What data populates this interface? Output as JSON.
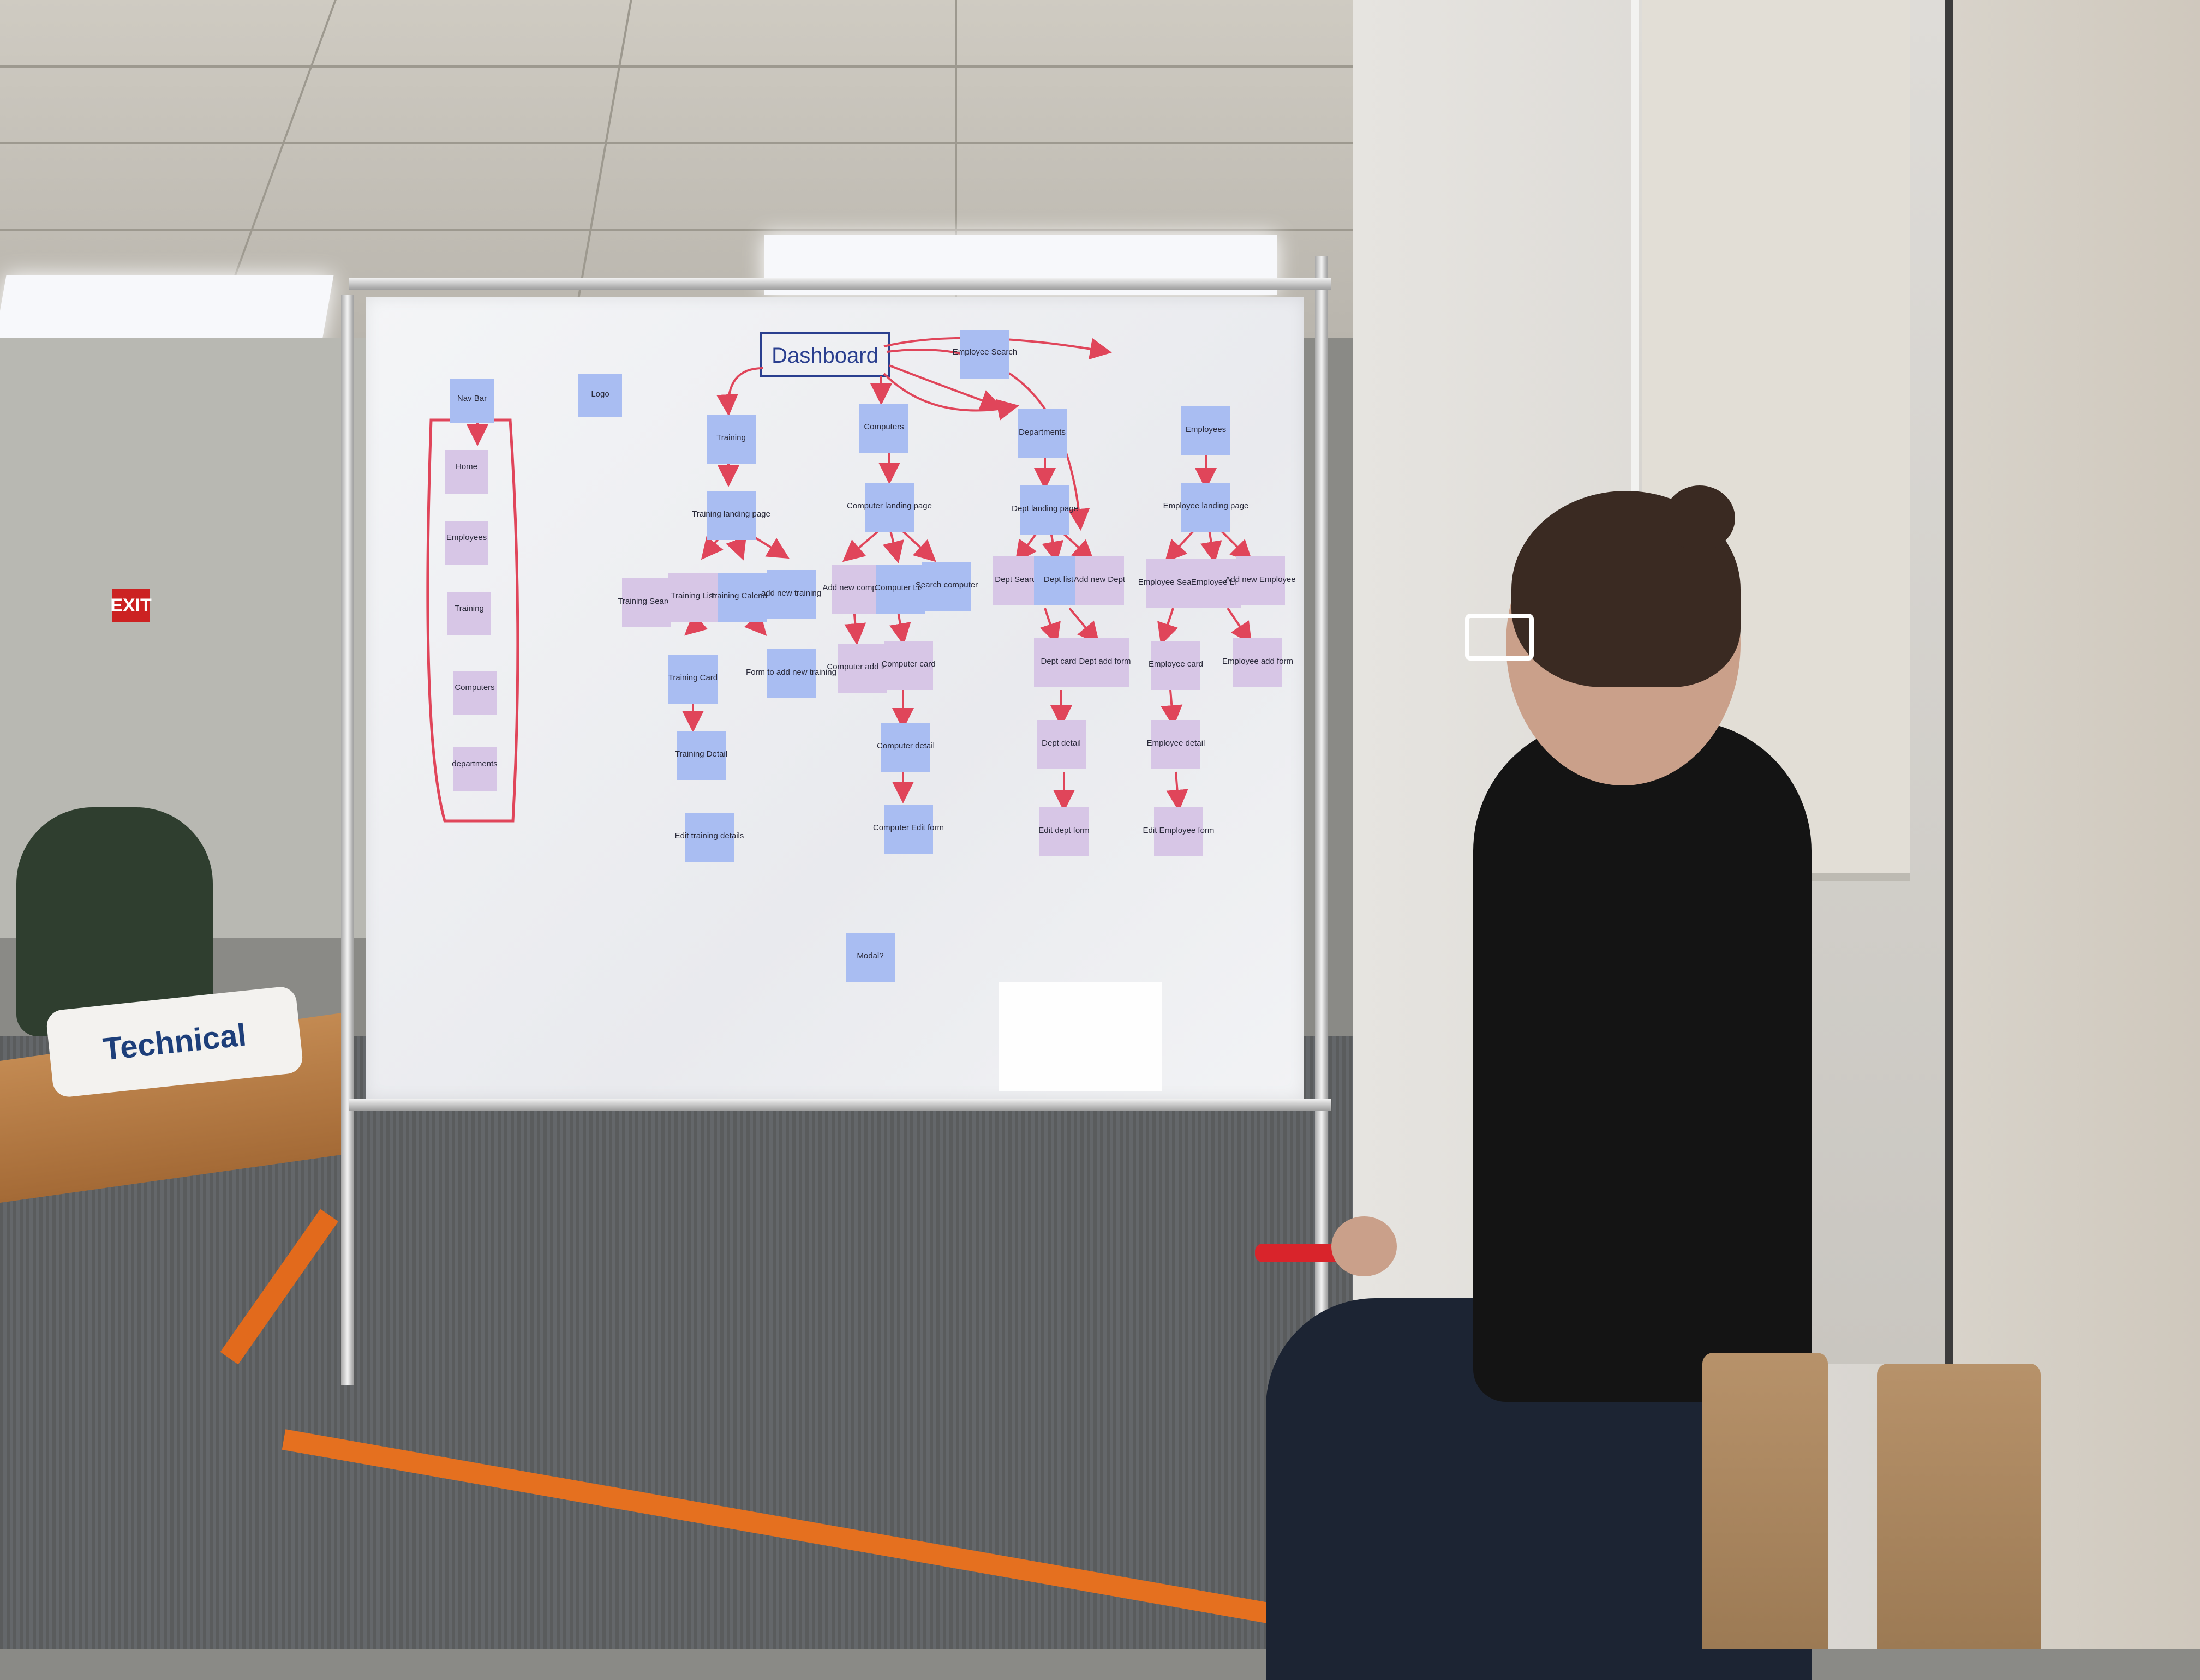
{
  "scene": {
    "description_colors": {
      "board": "#eef0f2",
      "sticky_blue": "#a9bdf2",
      "sticky_purple": "#d7c6e6",
      "marker_red": "#e0455a",
      "marker_blue": "#2a3f8f",
      "frame_orange": "#e5701f"
    }
  },
  "board": {
    "title": "Dashboard",
    "sidebar": {
      "top": "Nav Bar",
      "items": [
        "Home",
        "Employees",
        "Training",
        "Computers",
        "departments"
      ]
    },
    "logo": "Logo",
    "employee_search": "Employee Search",
    "columns": {
      "training": [
        "Training",
        "Training landing page",
        "Training Search",
        "Training List",
        "Training Calendar",
        "add new training",
        "Training Card",
        "Form to add new training",
        "Training Detail",
        "Edit training details"
      ],
      "computers": [
        "Computers",
        "Computer landing page",
        "Add new computer",
        "Computer List",
        "Search computer",
        "Computer add form",
        "Computer card",
        "Computer detail",
        "Computer Edit form"
      ],
      "departments": [
        "Departments",
        "Dept landing page",
        "Dept Search",
        "Dept list",
        "Add new Dept",
        "Dept card",
        "Dept add form",
        "Dept detail",
        "Edit dept form"
      ],
      "employees": [
        "Employees",
        "Employee landing page",
        "Employee Search",
        "Employee List",
        "Add new Employee",
        "Employee card",
        "Employee add form",
        "Employee detail",
        "Edit Employee form"
      ]
    },
    "footer_note": "Modal?"
  },
  "room": {
    "exit_sign": "EXIT",
    "bag_text": "Technical"
  }
}
